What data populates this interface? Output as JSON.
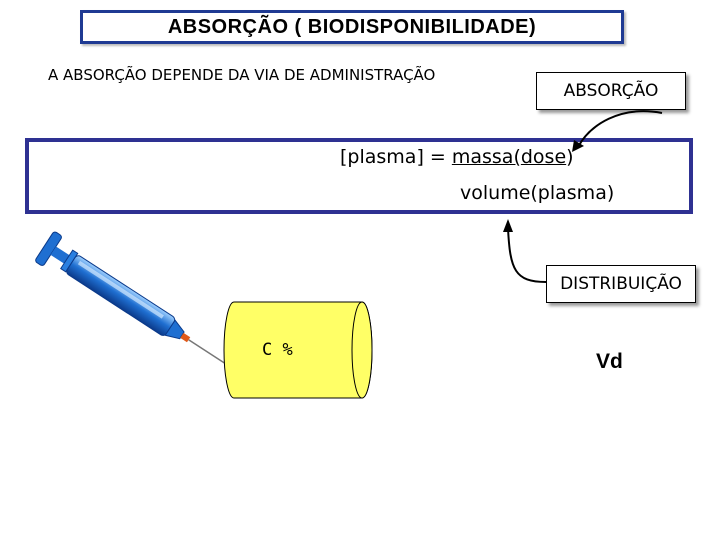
{
  "slide": {
    "title": "ABSORÇÃO ( BIODISPONIBILIDADE)",
    "subtitle": "A ABSORÇÃO DEPENDE DA VIA DE ADMINISTRAÇÃO",
    "absorption_label": "ABSORÇÃO",
    "distribution_label": "DISTRIBUIÇÃO",
    "vd_label": "Vd",
    "formula": {
      "prefix": "[plasma] = ",
      "numerator_part1": "massa(",
      "numerator_part2": "dose",
      "numerator_close": ")",
      "denominator": "volume(plasma)"
    },
    "cylinder_label": "C %"
  },
  "colors": {
    "box_border": "#2e3192",
    "cylinder_fill": "#ffff66",
    "syringe_blue": "#1f6fd1",
    "needle_tip": "#e05a1a"
  },
  "icons": [
    "syringe-icon",
    "cylinder-shape",
    "curved-arrow-absorption",
    "curved-arrow-distribution"
  ]
}
